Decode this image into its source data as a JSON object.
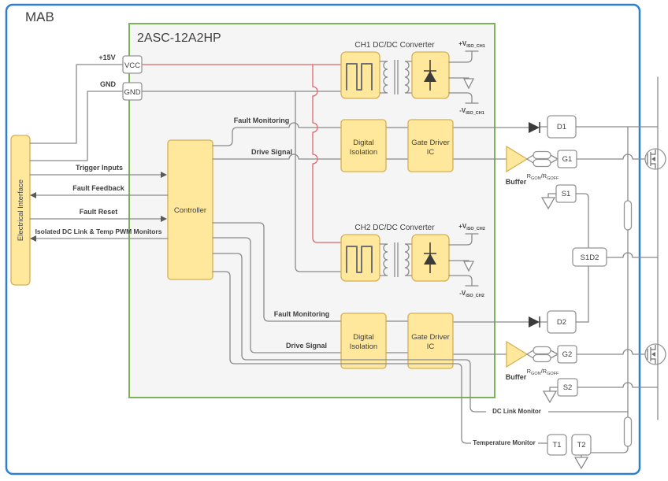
{
  "title": "MAB",
  "module": {
    "title": "2ASC-12A2HP"
  },
  "electrical_interface": {
    "label": "Electrical Interface"
  },
  "power": {
    "v15_label": "+15V",
    "gnd_label": "GND",
    "vcc_pin": "VCC",
    "gnd_pin": "GND"
  },
  "controller": {
    "label": "Controller"
  },
  "interface_signals": {
    "trigger_inputs": "Trigger Inputs",
    "fault_feedback": "Fault Feedback",
    "fault_reset": "Fault Reset",
    "isolated_monitors": "Isolated DC Link & Temp PWM Monitors"
  },
  "ch1": {
    "converter_title": "CH1 DC/DC Converter",
    "v_pos": {
      "pre": "+V",
      "sub": "ISO_CH1"
    },
    "v_neg": {
      "pre": "-V",
      "sub": "ISO_CH1"
    },
    "fault_monitoring": "Fault Monitoring",
    "drive_signal": "Drive Signal",
    "digital_isolation": {
      "line1": "Digital",
      "line2": "Isolation"
    },
    "gate_driver": {
      "line1": "Gate Driver",
      "line2": "IC"
    },
    "buffer_label": "Buffer",
    "gate_resistors": {
      "p1": "R",
      "s1": "GON",
      "p2": "/R",
      "s2": "GOFF"
    },
    "terminals": {
      "drain": "D1",
      "gate": "G1",
      "source": "S1"
    }
  },
  "ch2": {
    "converter_title": "CH2 DC/DC Converter",
    "v_pos": {
      "pre": "+V",
      "sub": "ISO_CH2"
    },
    "v_neg": {
      "pre": "-V",
      "sub": "ISO_CH2"
    },
    "fault_monitoring": "Fault Monitoring",
    "drive_signal": "Drive Signal",
    "digital_isolation": {
      "line1": "Digital",
      "line2": "Isolation"
    },
    "gate_driver": {
      "line1": "Gate Driver",
      "line2": "IC"
    },
    "buffer_label": "Buffer",
    "gate_resistors": {
      "p1": "R",
      "s1": "GON",
      "p2": "/R",
      "s2": "GOFF"
    },
    "terminals": {
      "drain": "D2",
      "gate": "G2",
      "source": "S2"
    }
  },
  "midpoint": {
    "label": "S1D2"
  },
  "monitors": {
    "dc_link": "DC Link Monitor",
    "temperature": "Temperature Monitor"
  },
  "temp_terminals": {
    "t1": "T1",
    "t2": "T2"
  },
  "colors": {
    "border_blue": "#2e7fd3",
    "module_green": "#7cb356",
    "module_fill": "#f5f5f5",
    "block_yellow": "#ffe89c",
    "block_yellow_stroke": "#d4b055",
    "wire_gray": "#8a8a8a",
    "power_red": "#e06666"
  }
}
